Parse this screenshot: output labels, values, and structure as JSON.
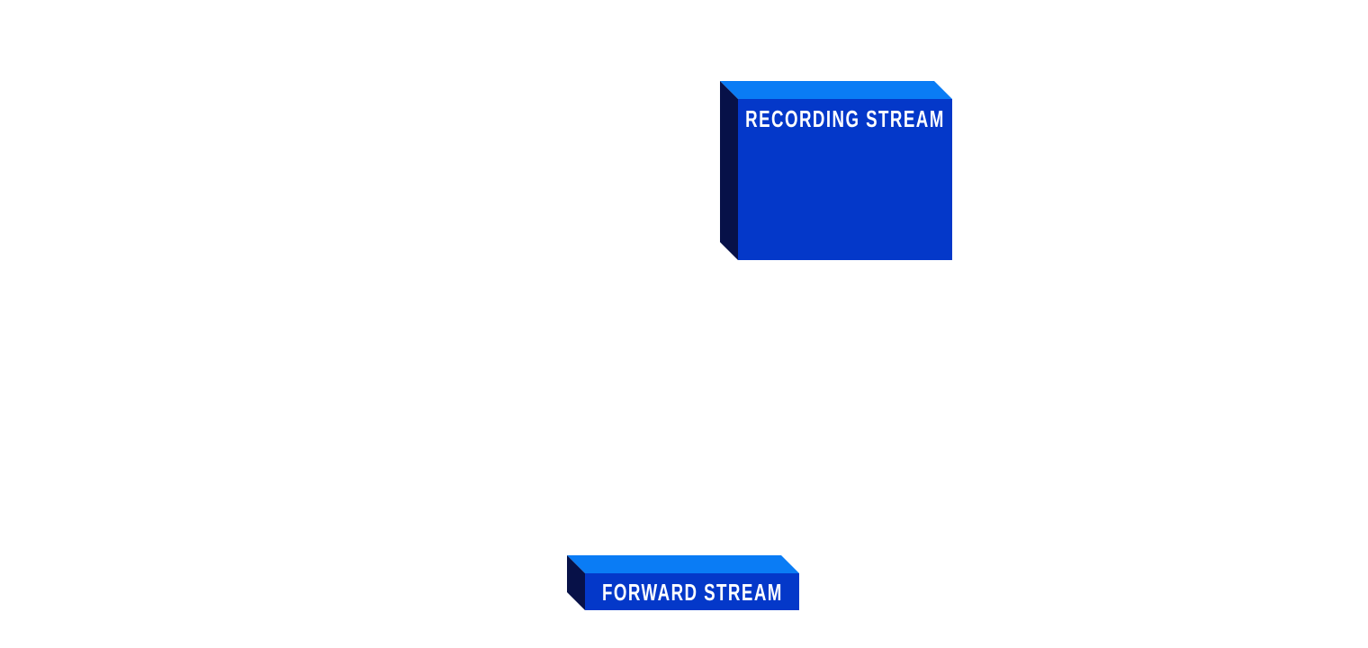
{
  "page": {
    "background_color": "#ffffff"
  },
  "diagram": {
    "colors": {
      "front_face": "#0438c9",
      "top_face": "#0a7cf5",
      "side_face": "#071148",
      "label_text": "#ffffff"
    },
    "boxes": [
      {
        "id": "recording-stream",
        "label": "RECORDING STREAM"
      },
      {
        "id": "forward-stream",
        "label": "FORWARD STREAM"
      }
    ]
  }
}
